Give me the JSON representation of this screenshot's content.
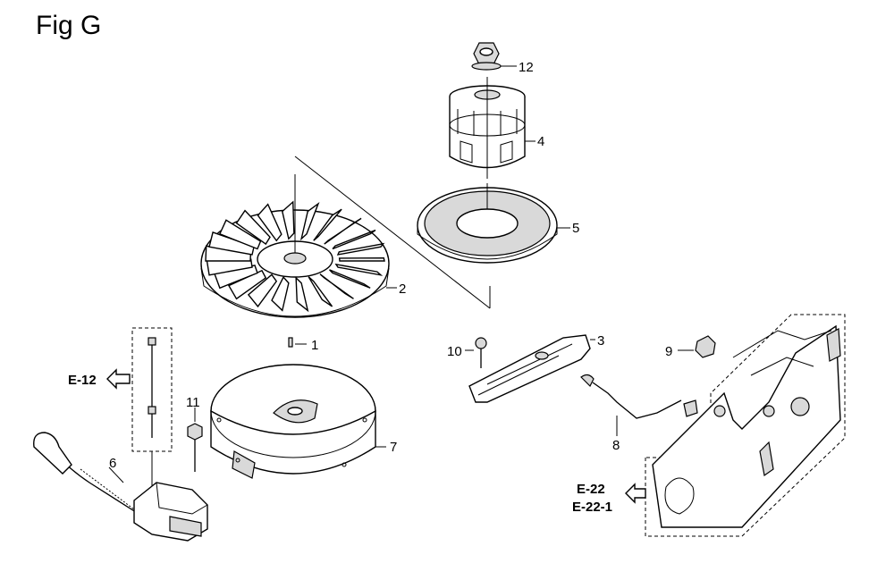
{
  "figure": {
    "title": "Fig G"
  },
  "callouts": [
    {
      "id": "1",
      "label": "1"
    },
    {
      "id": "2",
      "label": "2"
    },
    {
      "id": "3",
      "label": "3"
    },
    {
      "id": "4",
      "label": "4"
    },
    {
      "id": "5",
      "label": "5"
    },
    {
      "id": "6",
      "label": "6"
    },
    {
      "id": "7",
      "label": "7"
    },
    {
      "id": "8",
      "label": "8"
    },
    {
      "id": "9",
      "label": "9"
    },
    {
      "id": "10",
      "label": "10"
    },
    {
      "id": "11",
      "label": "11"
    },
    {
      "id": "12",
      "label": "12"
    }
  ],
  "references": {
    "e12": "E-12",
    "e22": "E-22",
    "e22_1": "E-22-1"
  }
}
